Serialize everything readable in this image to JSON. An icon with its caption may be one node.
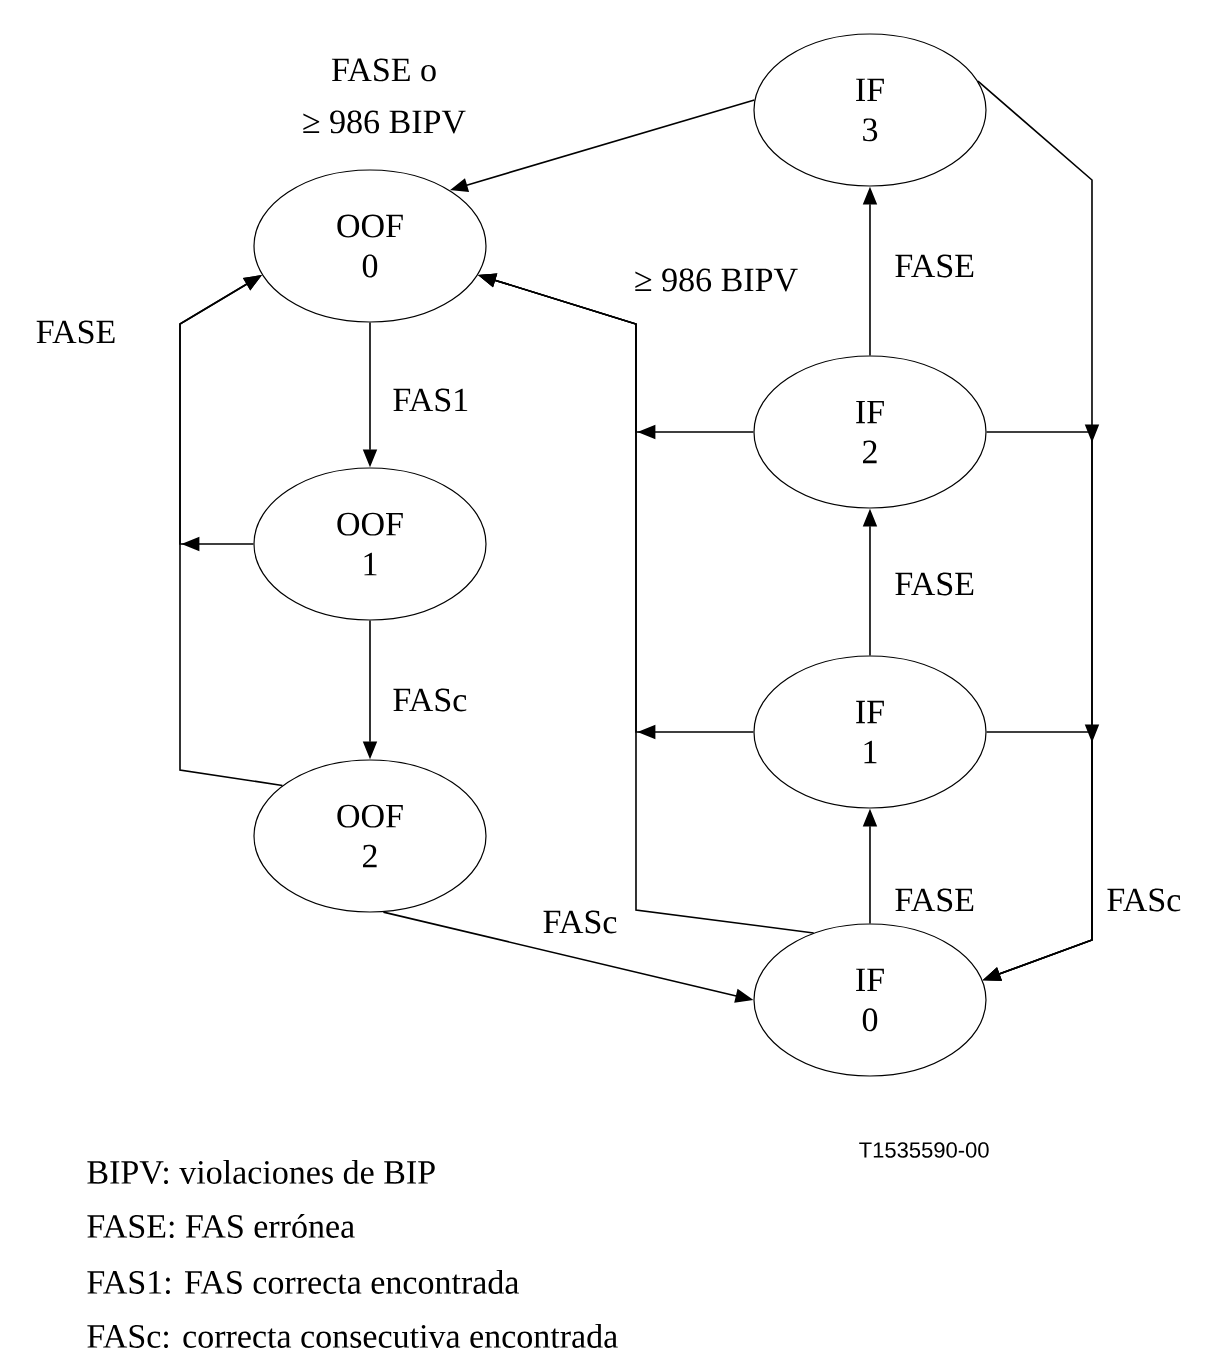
{
  "diagram": {
    "nodes": [
      {
        "text": [
          "OOF 0"
        ]
      },
      {
        "text": [
          "OOF 1"
        ]
      },
      {
        "text": [
          "OOF 2"
        ]
      },
      {
        "text": [
          "IF 3"
        ]
      },
      {
        "text": [
          "IF 2"
        ]
      },
      {
        "text": [
          "IF 1"
        ]
      },
      {
        "text": [
          "IF 0"
        ]
      }
    ],
    "edges": [
      {
        "from": 0,
        "to": 1,
        "arrow": "to",
        "label": "FAS1"
      },
      {
        "from": 1,
        "to": 2,
        "arrow": "to",
        "label": "FASc"
      },
      {
        "from": 1,
        "to": 0,
        "arrow": "to",
        "label": "FASE"
      },
      {
        "from": 2,
        "to": 0,
        "arrow": "to"
      },
      {
        "from": 2,
        "to": 6,
        "arrow": "to",
        "label": "FASc"
      },
      {
        "from": 6,
        "to": 5,
        "arrow": "to",
        "label": "FASE"
      },
      {
        "from": 5,
        "to": 4,
        "arrow": "to",
        "label": "FASE"
      },
      {
        "from": 4,
        "to": 3,
        "arrow": "to",
        "label": "FASE"
      },
      {
        "from": 3,
        "to": 0,
        "arrow": "to",
        "label": "FASE o ≥ 986 BIPV"
      },
      {
        "from": 6,
        "to": 0,
        "arrow": "to",
        "label": "≥ 986 BIPV"
      },
      {
        "from": 5,
        "to": 0,
        "arrow": "to"
      },
      {
        "from": 4,
        "to": 0,
        "arrow": "to"
      },
      {
        "from": 3,
        "to": 6,
        "arrow": "to",
        "label": "FASc"
      },
      {
        "from": 4,
        "to": 6,
        "arrow": "to"
      },
      {
        "from": 5,
        "to": 6,
        "arrow": "to"
      }
    ],
    "labels": [
      "T1535590-00",
      "BIPV: violaciones de BIP",
      "FASE: FAS errónea",
      "FAS1: FAS correcta encontrada",
      "FASc: correcta consecutiva encontrada"
    ]
  }
}
